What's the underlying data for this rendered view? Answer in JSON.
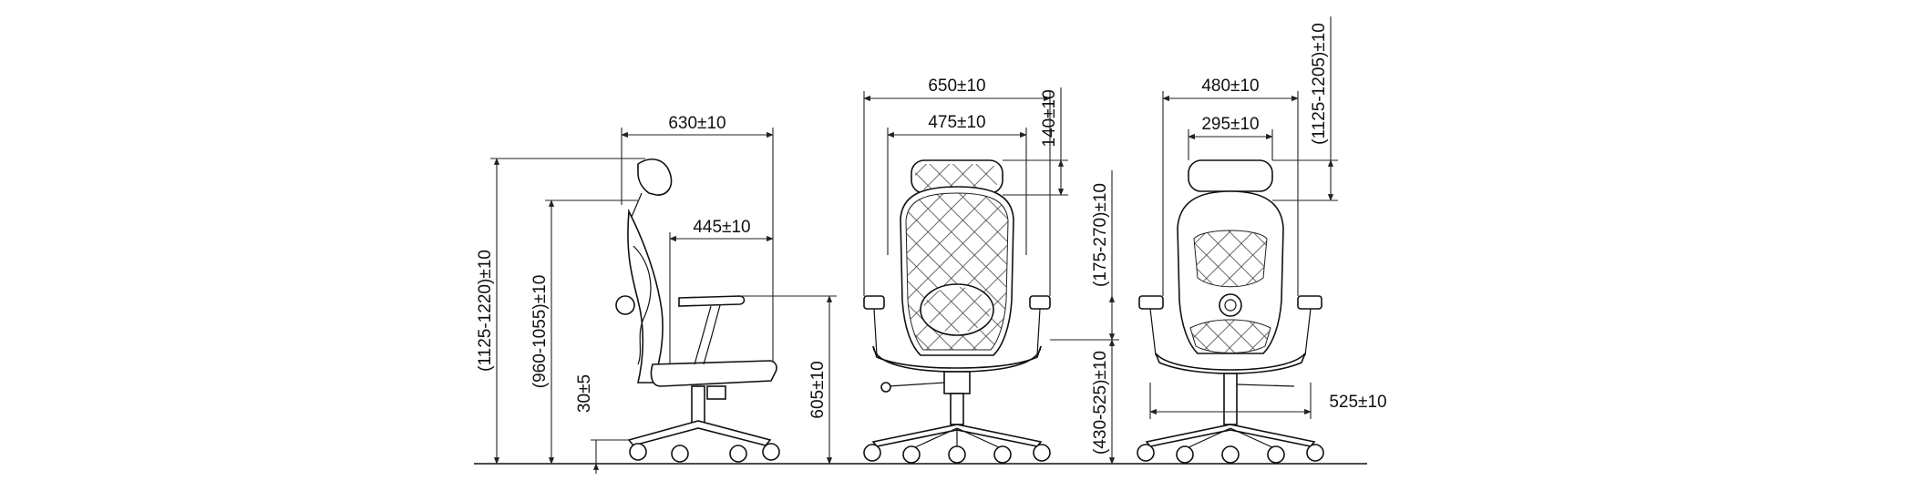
{
  "diagram": {
    "side_view": {
      "overall_depth": "630±10",
      "seat_depth": "445±10",
      "total_height": "(1125-1220)±10",
      "back_height": "(960-1055)±10",
      "base_clearance": "30±5",
      "armrest_height": "605±10"
    },
    "front_view": {
      "overall_width": "650±10",
      "back_width": "475±10",
      "headrest_height": "140±10",
      "armrest_to_seat": "(175-270)±10",
      "seat_height": "(430-525)±10"
    },
    "rear_view": {
      "seat_width": "480±10",
      "headrest_width": "295±10",
      "total_height": "(1125-1205)±10",
      "base_diameter": "525±10"
    }
  }
}
